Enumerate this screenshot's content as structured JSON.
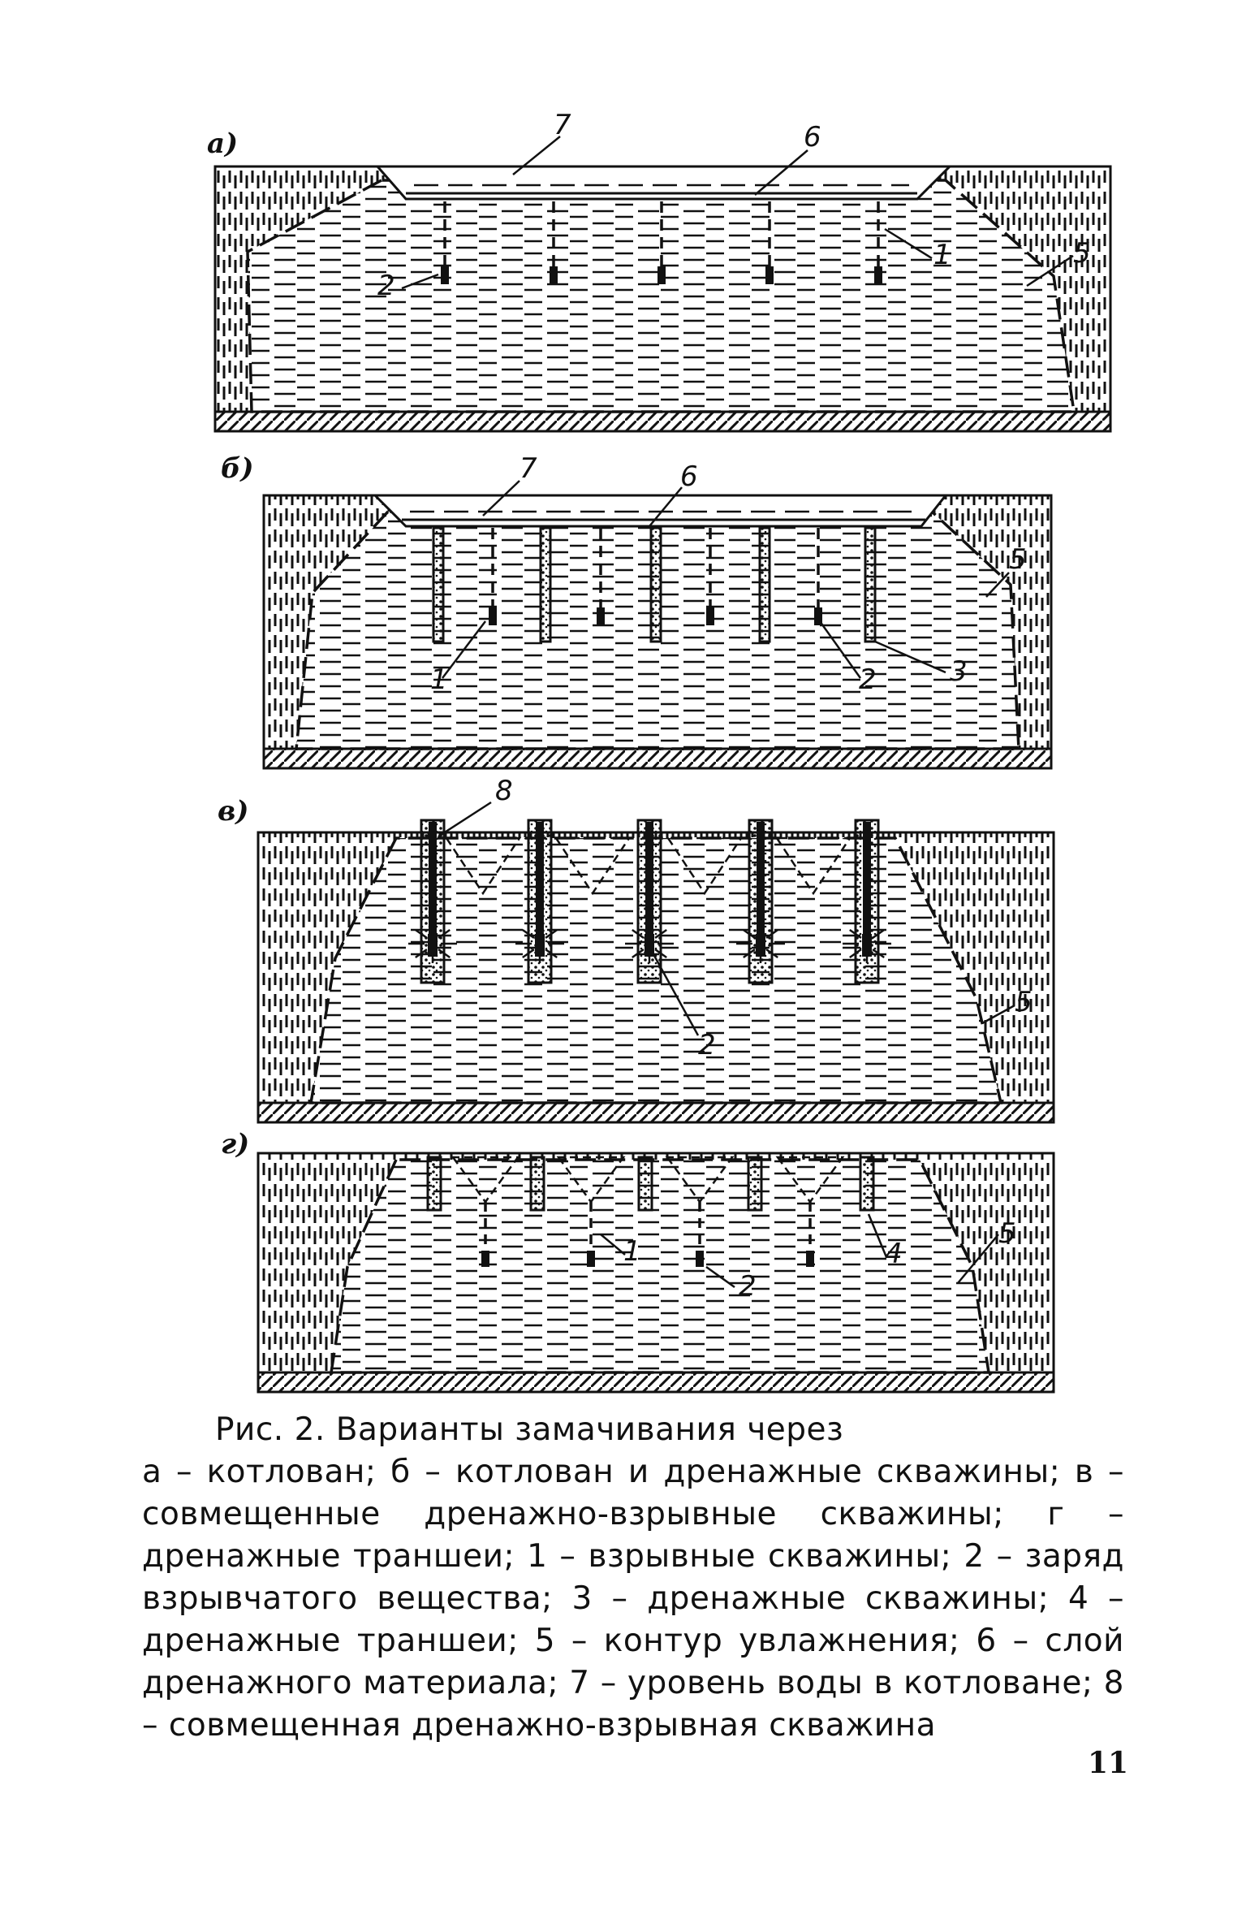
{
  "panels": [
    {
      "id": "a",
      "letter": "а)",
      "callouts": [
        {
          "number": "7",
          "meaning": "уровень воды в котловане"
        },
        {
          "number": "6",
          "meaning": "слой дренажного материала"
        },
        {
          "number": "1",
          "meaning": "взрывные скважины"
        },
        {
          "number": "2",
          "meaning": "заряд взрывчатого вещества"
        },
        {
          "number": "5",
          "meaning": "контур увлажнения"
        }
      ]
    },
    {
      "id": "b",
      "letter": "б)",
      "callouts": [
        {
          "number": "7",
          "meaning": "уровень воды в котловане"
        },
        {
          "number": "6",
          "meaning": "слой дренажного материала"
        },
        {
          "number": "5",
          "meaning": "контур увлажнения"
        },
        {
          "number": "1",
          "meaning": "взрывные скважины"
        },
        {
          "number": "2",
          "meaning": "заряд взрывчатого вещества"
        },
        {
          "number": "3",
          "meaning": "дренажные скважины"
        }
      ]
    },
    {
      "id": "v",
      "letter": "в)",
      "callouts": [
        {
          "number": "8",
          "meaning": "совмещенная дренажно-взрывная скважина"
        },
        {
          "number": "2",
          "meaning": "заряд взрывчатого вещества"
        },
        {
          "number": "5",
          "meaning": "контур увлажнения"
        }
      ]
    },
    {
      "id": "g",
      "letter": "г)",
      "callouts": [
        {
          "number": "1",
          "meaning": "взрывные скважины"
        },
        {
          "number": "4",
          "meaning": "дренажные траншеи"
        },
        {
          "number": "2",
          "meaning": "заряд взрывчатого вещества"
        },
        {
          "number": "5",
          "meaning": "контур увлажнения"
        }
      ]
    }
  ],
  "caption": {
    "title": "Рис. 2. Варианты замачивания через",
    "body": "а – котлован; б – котлован и дренажные скважины; в – совмещенные дренажно-взрывные скважины; г – дренажные траншеи; 1 – взрывные скважины; 2 – заряд взрывчатого вещества; 3 – дренажные скважины; 4 – дренажные траншеи; 5 – контур увлажнения; 6 – слой дренажного материала; 7 – уровень воды в котловане; 8 – совмещенная дренажно-взрывная скважина"
  },
  "page_number": "11",
  "colors": {
    "ink": "#111111",
    "paper": "#ffffff"
  }
}
